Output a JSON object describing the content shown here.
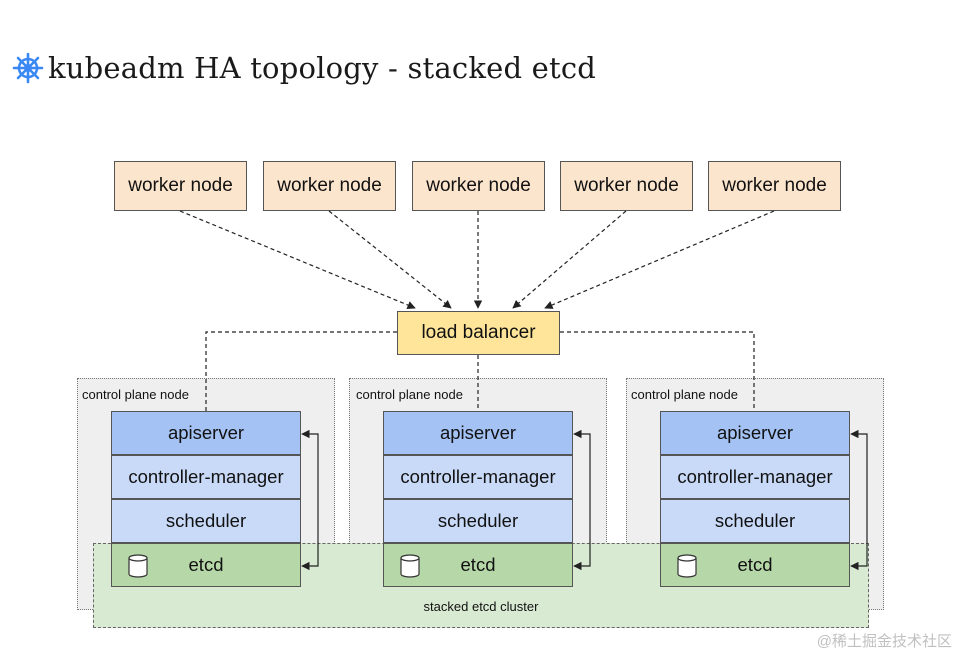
{
  "header": {
    "icon": "kubernetes-helm-icon",
    "title": "kubeadm HA topology - stacked etcd"
  },
  "workers": [
    {
      "label": "worker node"
    },
    {
      "label": "worker node"
    },
    {
      "label": "worker node"
    },
    {
      "label": "worker node"
    },
    {
      "label": "worker node"
    }
  ],
  "load_balancer": {
    "label": "load balancer"
  },
  "control_planes": [
    {
      "label": "control plane node",
      "apiserver": "apiserver",
      "controller_manager": "controller-manager",
      "scheduler": "scheduler",
      "etcd": "etcd"
    },
    {
      "label": "control plane node",
      "apiserver": "apiserver",
      "controller_manager": "controller-manager",
      "scheduler": "scheduler",
      "etcd": "etcd"
    },
    {
      "label": "control plane node",
      "apiserver": "apiserver",
      "controller_manager": "controller-manager",
      "scheduler": "scheduler",
      "etcd": "etcd"
    }
  ],
  "etcd_cluster": {
    "label": "stacked etcd cluster"
  },
  "watermark": "@稀土掘金技术社区",
  "colors": {
    "worker_fill": "#fce5cd",
    "load_balancer_fill": "#ffe599",
    "apiserver_fill": "#a4c2f4",
    "component_fill": "#c9daf8",
    "etcd_fill": "#b6d7a8",
    "etcd_cluster_fill": "#d9ead3",
    "control_plane_fill": "#efefef",
    "icon_blue": "#3a88f5"
  }
}
